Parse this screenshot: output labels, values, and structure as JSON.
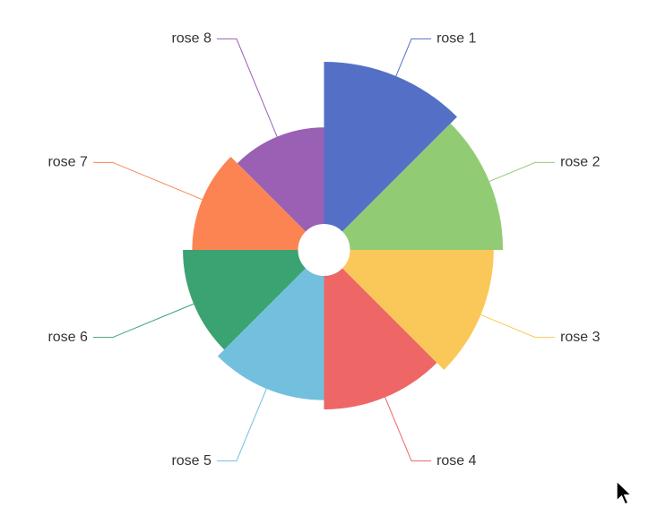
{
  "chart_data": {
    "type": "pie",
    "variant": "nightingale-rose",
    "title": "",
    "legend": "none",
    "start_angle_deg": 90,
    "clockwise": true,
    "series": [
      {
        "name": "rose 1",
        "value": 210,
        "color": "#5470c6"
      },
      {
        "name": "rose 2",
        "value": 198,
        "color": "#91cc75"
      },
      {
        "name": "rose 3",
        "value": 186,
        "color": "#fac858"
      },
      {
        "name": "rose 4",
        "value": 173,
        "color": "#ee6666"
      },
      {
        "name": "rose 5",
        "value": 161,
        "color": "#73c0de"
      },
      {
        "name": "rose 6",
        "value": 149,
        "color": "#3ba272"
      },
      {
        "name": "rose 7",
        "value": 137,
        "color": "#fc8452"
      },
      {
        "name": "rose 8",
        "value": 125,
        "color": "#9a60b4"
      }
    ]
  }
}
